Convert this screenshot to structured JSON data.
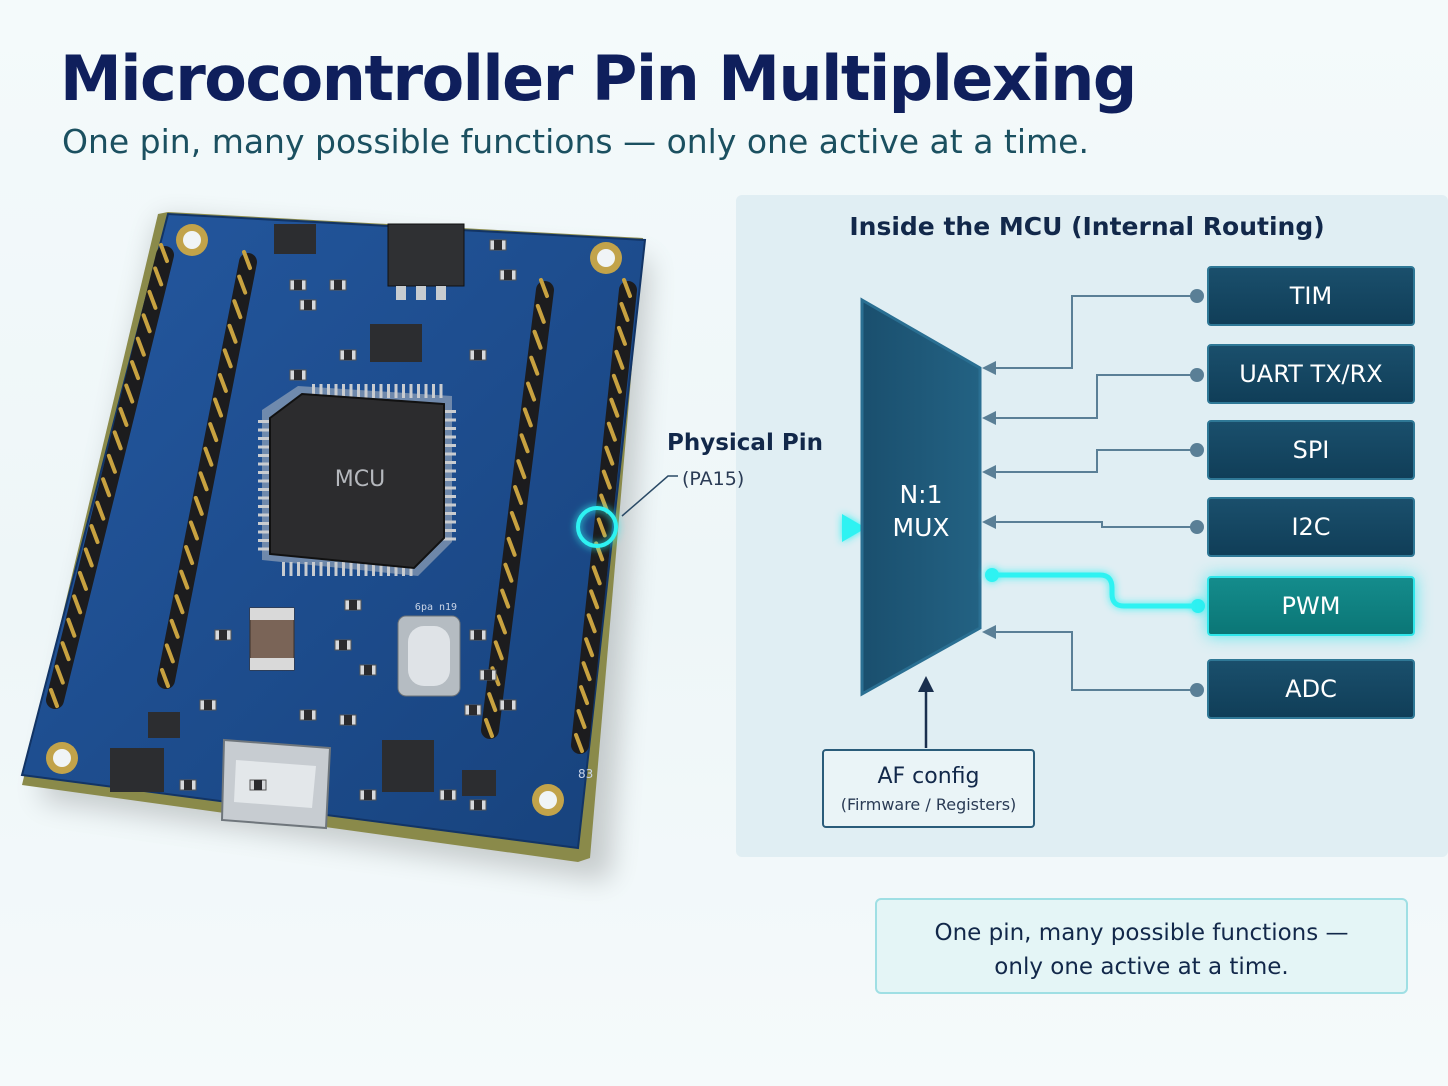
{
  "header": {
    "title": "Microcontroller Pin Multiplexing",
    "subtitle": "One pin, many possible functions — only one active at a time."
  },
  "board": {
    "chip_label": "MCU",
    "marking_label": "6pa n19",
    "corner_marking": "83",
    "pcb_color": "#1d4c8c",
    "chip_color": "#2c2c2e",
    "header_pin_color": "#c8a240"
  },
  "pin": {
    "label": "Physical Pin",
    "name": "(PA15)",
    "glow_color": "#2ef2f2"
  },
  "panel": {
    "title": "Inside the MCU (Internal Routing)"
  },
  "mux": {
    "line1": "N:1",
    "line2": "MUX",
    "color": "#1c5576"
  },
  "functions": [
    {
      "label": "TIM",
      "active": false
    },
    {
      "label": "UART TX/RX",
      "active": false
    },
    {
      "label": "SPI",
      "active": false
    },
    {
      "label": "I2C",
      "active": false
    },
    {
      "label": "PWM",
      "active": true
    },
    {
      "label": "ADC",
      "active": false
    }
  ],
  "af_config": {
    "title": "AF config",
    "subtitle": "(Firmware / Registers)"
  },
  "note": {
    "line1": "One pin, many possible functions —",
    "line2": "only one active at a time."
  },
  "colors": {
    "title": "#0f1f5c",
    "function_box": "#133f5a",
    "active_glow": "#2ee6ea",
    "connector": "#5a7f96"
  }
}
